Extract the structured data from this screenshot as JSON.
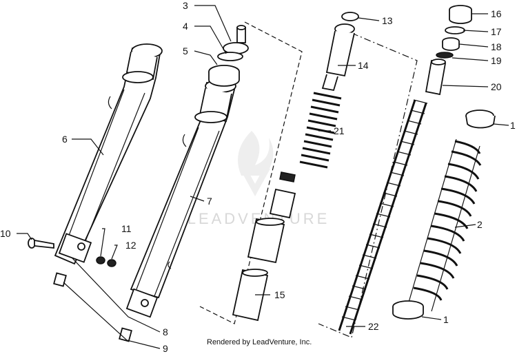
{
  "watermark": "LEADVENTURE",
  "credit": "Rendered by LeadVenture, Inc.",
  "callouts": [
    {
      "id": "c1a",
      "text": "1"
    },
    {
      "id": "c1b",
      "text": "1"
    },
    {
      "id": "c2",
      "text": "2"
    },
    {
      "id": "c3",
      "text": "3"
    },
    {
      "id": "c4",
      "text": "4"
    },
    {
      "id": "c5",
      "text": "5"
    },
    {
      "id": "c6",
      "text": "6"
    },
    {
      "id": "c7",
      "text": "7"
    },
    {
      "id": "c8",
      "text": "8"
    },
    {
      "id": "c9",
      "text": "9"
    },
    {
      "id": "c10",
      "text": "10"
    },
    {
      "id": "c11",
      "text": "11"
    },
    {
      "id": "c12",
      "text": "12"
    },
    {
      "id": "c13",
      "text": "13"
    },
    {
      "id": "c14",
      "text": "14"
    },
    {
      "id": "c15",
      "text": "15"
    },
    {
      "id": "c16",
      "text": "16"
    },
    {
      "id": "c17",
      "text": "17"
    },
    {
      "id": "c18",
      "text": "18"
    },
    {
      "id": "c19",
      "text": "19"
    },
    {
      "id": "c20",
      "text": "20"
    },
    {
      "id": "c21",
      "text": "21"
    },
    {
      "id": "c22",
      "text": "22"
    }
  ]
}
